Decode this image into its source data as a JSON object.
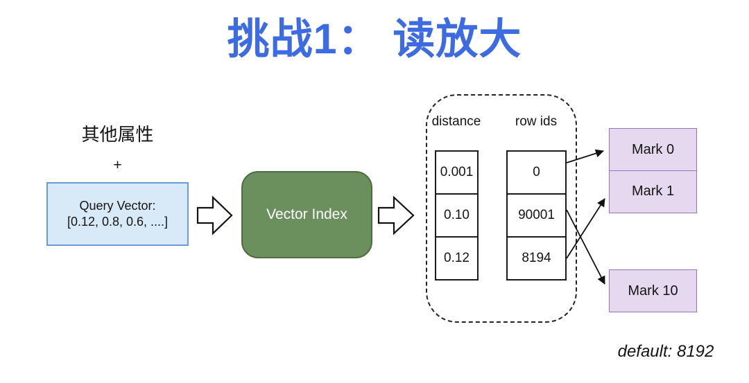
{
  "title": "挑战1： 读放大",
  "left_group": {
    "attributes_label": "其他属性",
    "plus_sign": "+",
    "query_vector_line1": "Query Vector:",
    "query_vector_line2": "[0.12, 0.8, 0.6, ....]"
  },
  "vector_index": {
    "label": "Vector Index"
  },
  "result_panel": {
    "columns": [
      {
        "header": "distance",
        "cells": [
          "0.001",
          "0.10",
          "0.12"
        ]
      },
      {
        "header": "row ids",
        "cells": [
          "0",
          "90001",
          "8194"
        ]
      }
    ]
  },
  "mark_blocks": [
    {
      "label": "Mark 0"
    },
    {
      "label": "Mark 1"
    },
    {
      "label": "Mark 10"
    }
  ],
  "edges": [
    {
      "from_row_id": "0",
      "to": "Mark 0"
    },
    {
      "from_row_id": "90001",
      "to": "Mark 10"
    },
    {
      "from_row_id": "8194",
      "to": "Mark 1"
    }
  ],
  "footnote": "default: 8192",
  "colors": {
    "title_blue": "#3d6be2",
    "query_box_fill": "#d8e9f8",
    "query_box_border": "#6b9bd2",
    "index_box_fill": "#6c8f5e",
    "index_box_border": "#4f6c40",
    "mark_box_fill": "#e6d9ef",
    "mark_box_border": "#9673b5",
    "line": "#111111"
  }
}
